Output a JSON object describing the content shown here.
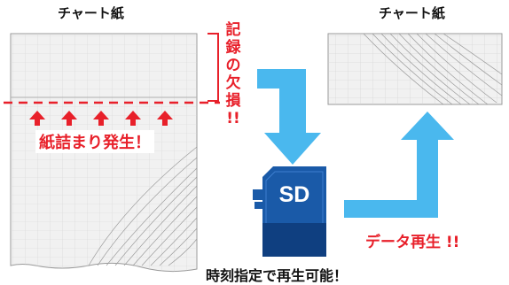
{
  "left_chart": {
    "title": "チャート紙"
  },
  "right_chart": {
    "title": "チャート紙"
  },
  "record_loss": {
    "chars": [
      "記",
      "録",
      "の",
      "欠",
      "損"
    ],
    "mark": "!!"
  },
  "paper_jam": {
    "text": "紙詰まり発生！"
  },
  "sd_card": {
    "label": "SD"
  },
  "data_playback": {
    "text": "データ再生 !!"
  },
  "caption": {
    "text": "時刻指定で再生可能！"
  },
  "colors": {
    "accent_red": "#e8202a",
    "arrow_blue": "#4ab8ee",
    "sd_blue": "#1a5aa8",
    "sd_dark": "#0f3f80"
  },
  "icons": [
    "curve-lines-left",
    "curve-lines-right",
    "up-arrow-icon",
    "sd-card-icon"
  ]
}
